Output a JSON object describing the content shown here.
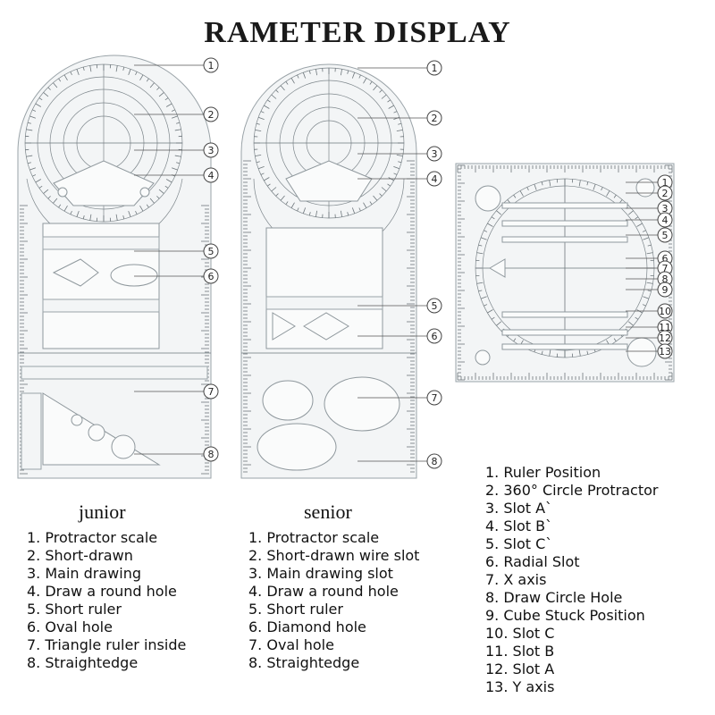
{
  "title": "RAMETER DISPLAY",
  "callouts": {
    "junior": [
      "1",
      "2",
      "3",
      "4",
      "5",
      "6",
      "7",
      "8"
    ],
    "senior": [
      "1",
      "2",
      "3",
      "4",
      "5",
      "6",
      "7",
      "8"
    ],
    "square": [
      "1",
      "2",
      "3",
      "4",
      "5",
      "6",
      "7",
      "8",
      "9",
      "10",
      "11",
      "12",
      "13"
    ]
  },
  "junior": {
    "heading": "junior",
    "items": [
      {
        "num": "1.",
        "label": "Protractor scale"
      },
      {
        "num": "2.",
        "label": "Short-drawn"
      },
      {
        "num": "3.",
        "label": "Main drawing"
      },
      {
        "num": "4.",
        "label": "Draw a round hole"
      },
      {
        "num": "5.",
        "label": "Short ruler"
      },
      {
        "num": "6.",
        "label": "Oval hole"
      },
      {
        "num": "7.",
        "label": "Triangle ruler inside"
      },
      {
        "num": "8.",
        "label": "Straightedge"
      }
    ]
  },
  "senior": {
    "heading": "senior",
    "items": [
      {
        "num": "1.",
        "label": "Protractor scale"
      },
      {
        "num": "2.",
        "label": "Short-drawn wire slot"
      },
      {
        "num": "3.",
        "label": "Main drawing slot"
      },
      {
        "num": "4.",
        "label": "Draw a round hole"
      },
      {
        "num": "5.",
        "label": "Short ruler"
      },
      {
        "num": "6.",
        "label": "Diamond hole"
      },
      {
        "num": "7.",
        "label": "Oval hole"
      },
      {
        "num": "8.",
        "label": "Straightedge"
      }
    ]
  },
  "square": {
    "items": [
      {
        "num": "1.",
        "label": "Ruler Position"
      },
      {
        "num": "2.",
        "label": "360° Circle Protractor"
      },
      {
        "num": "3.",
        "label": "Slot A`"
      },
      {
        "num": "4.",
        "label": "Slot B`"
      },
      {
        "num": "5.",
        "label": "Slot C`"
      },
      {
        "num": "6.",
        "label": "Radial Slot"
      },
      {
        "num": "7.",
        "label": "X axis"
      },
      {
        "num": "8.",
        "label": "Draw Circle Hole"
      },
      {
        "num": "9.",
        "label": "Cube Stuck Position"
      },
      {
        "num": "10.",
        "label": "Slot C"
      },
      {
        "num": "11.",
        "label": "Slot B"
      },
      {
        "num": "12.",
        "label": "Slot A"
      },
      {
        "num": "13.",
        "label": "Y axis"
      }
    ]
  }
}
